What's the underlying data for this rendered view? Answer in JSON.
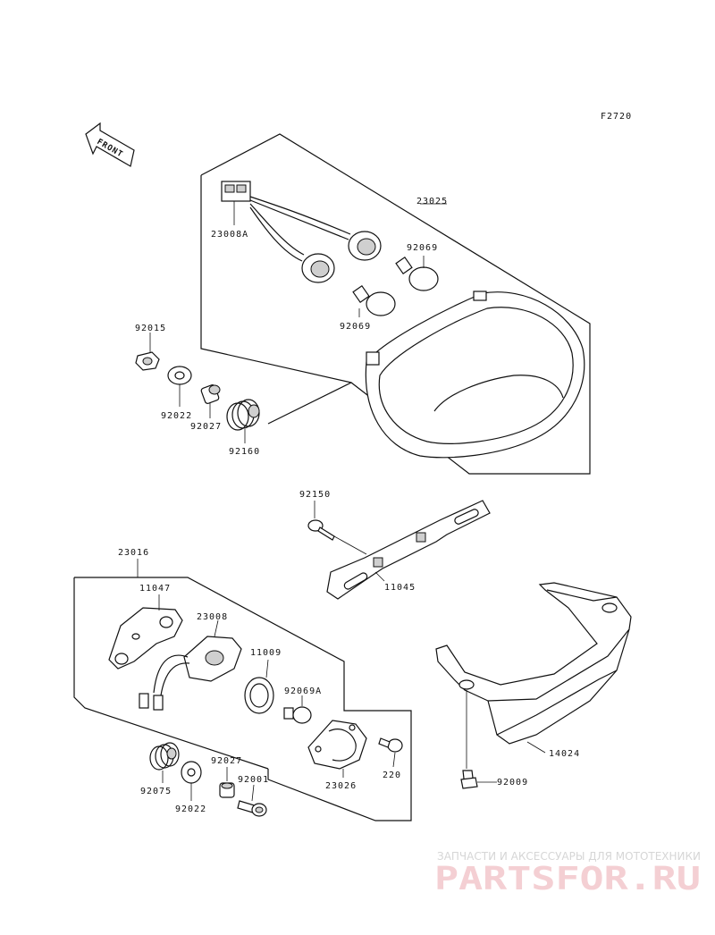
{
  "figure_code": "F2720",
  "front_label": "FRONT",
  "parts": {
    "p23025": "23025",
    "p23008A": "23008A",
    "p92069_a": "92069",
    "p92069_b": "92069",
    "p92015": "92015",
    "p92022_a": "92022",
    "p92027_a": "92027",
    "p92160": "92160",
    "p92150": "92150",
    "p11045": "11045",
    "p23016": "23016",
    "p11047": "11047",
    "p23008": "23008",
    "p11009": "11009",
    "p92069A": "92069A",
    "p220": "220",
    "p23026": "23026",
    "p92075": "92075",
    "p92022_b": "92022",
    "p92027_b": "92027",
    "p92001": "92001",
    "p14024": "14024",
    "p92009": "92009"
  },
  "watermark": {
    "tagline": "ЗАПЧАСТИ И АКСЕССУАРЫ ДЛЯ МОТОТЕХНИКИ",
    "logo": "PARTSFOR.RU"
  }
}
